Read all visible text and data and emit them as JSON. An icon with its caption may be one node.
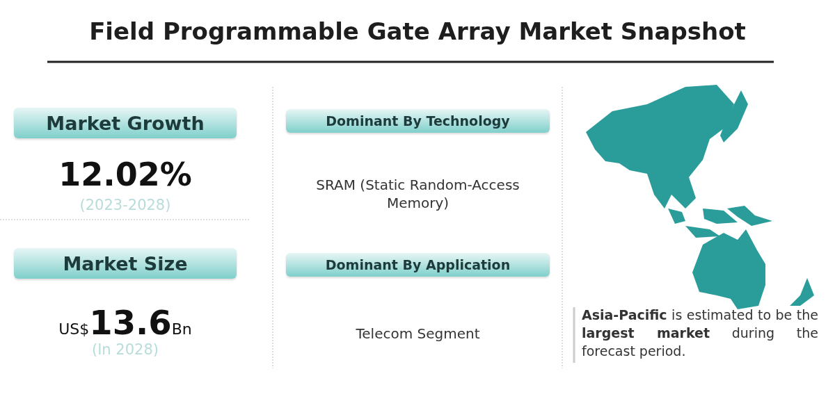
{
  "diagram": {
    "title": "Field Programmable Gate Array Market Snapshot",
    "nodes": [
      {
        "text": [
          "Market Growth"
        ]
      },
      {
        "text": [
          "Market Size"
        ]
      },
      {
        "text": [
          "Dominant By Technology"
        ]
      },
      {
        "text": [
          "Dominant By Application"
        ]
      }
    ],
    "labels": [
      "12.02%",
      "(2023-2028)",
      "US$**13.6**Bn",
      "(In 2028)",
      "SRAM (Static Random-Access Memory)",
      "Telecom Segment",
      "**Asia-Pacific** is estimated to be the **largest market** during the forecast period."
    ]
  }
}
